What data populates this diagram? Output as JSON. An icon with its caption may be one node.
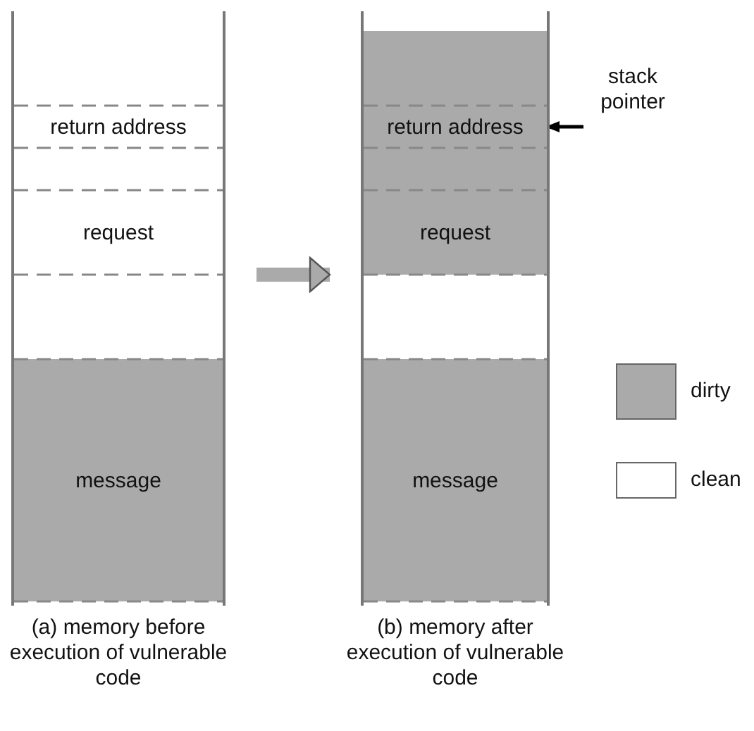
{
  "diagram": {
    "nodes": [
      {
        "text": [],
        "shape": "box",
        "beside": [
          "(a) memory before execution of vulnerable code"
        ]
      },
      {
        "text": [
          "return address"
        ],
        "in": 0
      },
      {
        "text": [
          "request"
        ],
        "in": 0
      },
      {
        "text": [
          "message"
        ],
        "in": 0
      },
      {
        "text": [],
        "shape": "box",
        "beside": [
          "(b) memory after execution of vulnerable code"
        ]
      },
      {
        "text": [],
        "shape": "bar",
        "in": 4
      },
      {
        "text": [
          "return address"
        ],
        "in": 4
      },
      {
        "text": [],
        "shape": "bar",
        "in": 4
      },
      {
        "text": [
          "request"
        ],
        "in": 4
      },
      {
        "text": [
          "message"
        ],
        "in": 4
      },
      {
        "text": [
          "stack pointer"
        ]
      }
    ],
    "edges": [
      {
        "from": 0,
        "to": 4,
        "arrow": "to",
        "style": "thick"
      },
      {
        "from": 10,
        "to": 6,
        "arrow": "to",
        "color": "#000000"
      }
    ],
    "legend": [
      {
        "text": "dirty",
        "color": "#aaaaaa"
      },
      {
        "text": "clean",
        "color": "#ffffff"
      }
    ]
  }
}
